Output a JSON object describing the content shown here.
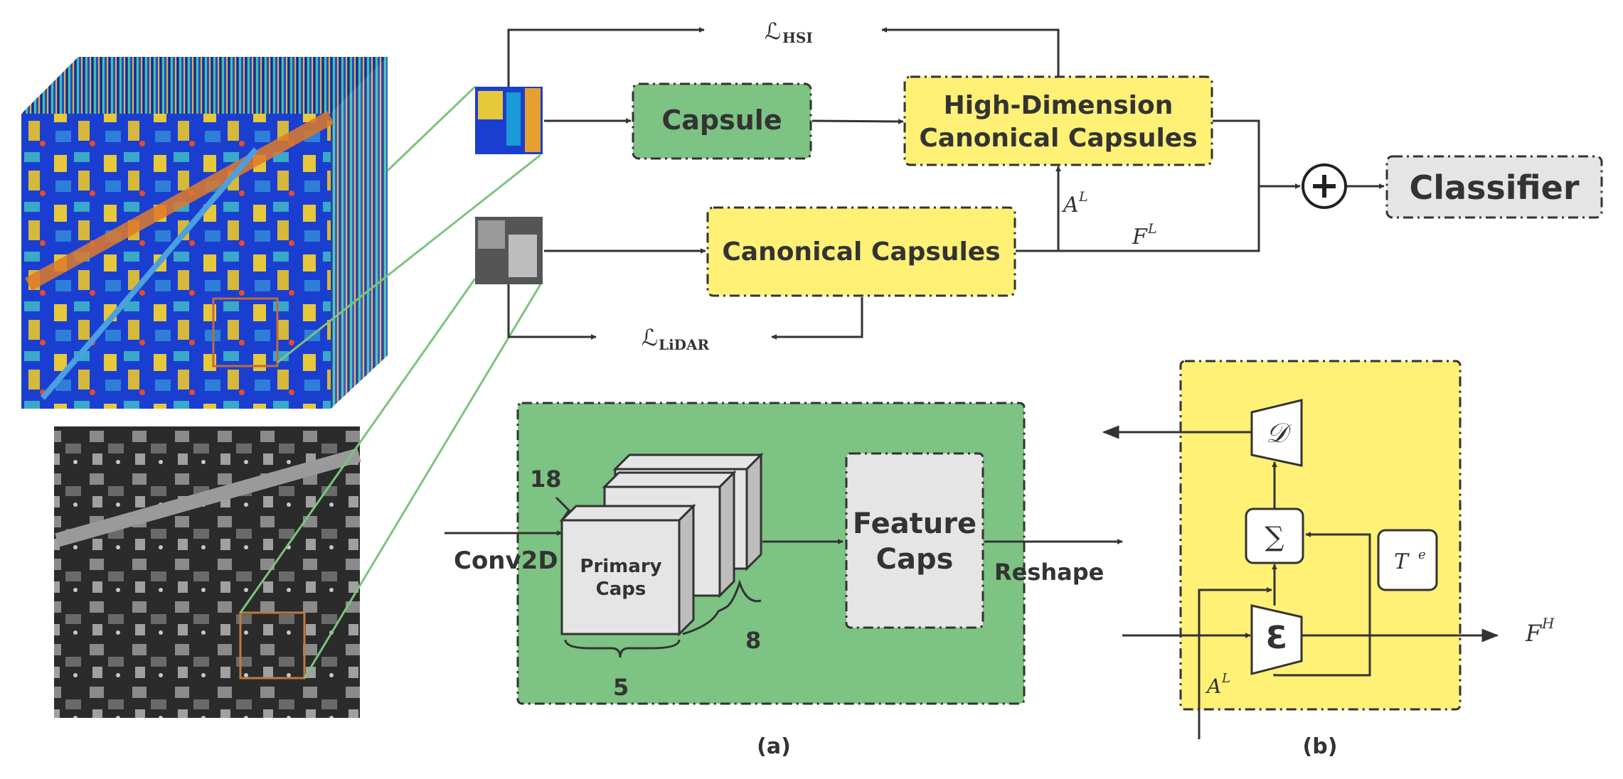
{
  "colors": {
    "green_box": "#7dc383",
    "yellow_box": "#fff176",
    "gray_box": "#e5e5e5",
    "stroke": "#333333",
    "link_green": "#7cc47e"
  },
  "top": {
    "loss_hsi": "ℒ",
    "loss_hsi_sub": "HSI",
    "loss_lidar": "ℒ",
    "loss_lidar_sub": "LiDAR",
    "capsule": "Capsule",
    "hd_line1": "High-Dimension",
    "hd_line2": "Canonical Capsules",
    "canonical": "Canonical Capsules",
    "classifier": "Classifier",
    "plus": "+",
    "a_label": "A",
    "a_sup": "L",
    "f_label": "F",
    "f_sup": "L"
  },
  "panel_a": {
    "conv2d": "Conv2D",
    "n18": "18",
    "primary_line1": "Primary",
    "primary_line2": "Caps",
    "n5": "5",
    "n8": "8",
    "feature_line1": "Feature",
    "feature_line2": "Caps",
    "reshape": "Reshape",
    "caption": "(a)"
  },
  "panel_b": {
    "decoder": "𝒟",
    "sum": "∑",
    "encoder": "Ɛ",
    "te": "T",
    "te_sup": "e",
    "fh": "F",
    "fh_sup": "H",
    "al": "A",
    "al_sup": "L",
    "caption": "(b)"
  }
}
